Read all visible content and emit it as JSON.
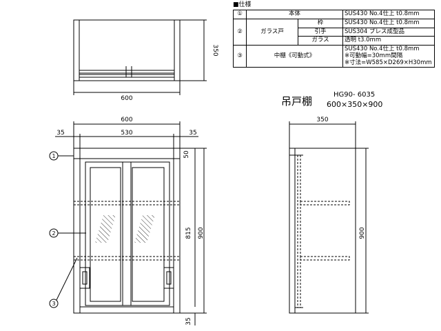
{
  "spec_sheet": {
    "heading": "■仕様",
    "rows": [
      {
        "num": "①",
        "group": "本体",
        "sub": "",
        "value": "SUS430 No.4仕上 t0.8mm"
      },
      {
        "num": "②",
        "group": "ガラス戸",
        "sub": "枠",
        "value": "SUS430 No.4仕上 t0.8mm"
      },
      {
        "num": "",
        "group": "",
        "sub": "引手",
        "value": "SUS304 プレス成型品"
      },
      {
        "num": "",
        "group": "",
        "sub": "ガラス",
        "value": "透明 t3.0mm"
      },
      {
        "num": "③",
        "group": "中棚《可動式》",
        "sub": "",
        "value": "SUS430 No.4仕上 t0.8mm",
        "notes": [
          "※可動幅=30mm間隔",
          "※寸法=W585×D269×H30mm"
        ]
      }
    ]
  },
  "product": {
    "name": "吊戸棚",
    "model": "HG90- 6035",
    "size": "600×350×900"
  },
  "dimensions": {
    "plan_width": "600",
    "plan_depth": "350",
    "front_total_width": "600",
    "left_margin": "35",
    "inner_width": "530",
    "right_margin": "35",
    "top_band": "50",
    "inner_height": "815",
    "total_height": "900",
    "bottom_margin": "35",
    "side_depth": "350",
    "side_height": "900"
  },
  "callouts": [
    "1",
    "2",
    "3"
  ]
}
